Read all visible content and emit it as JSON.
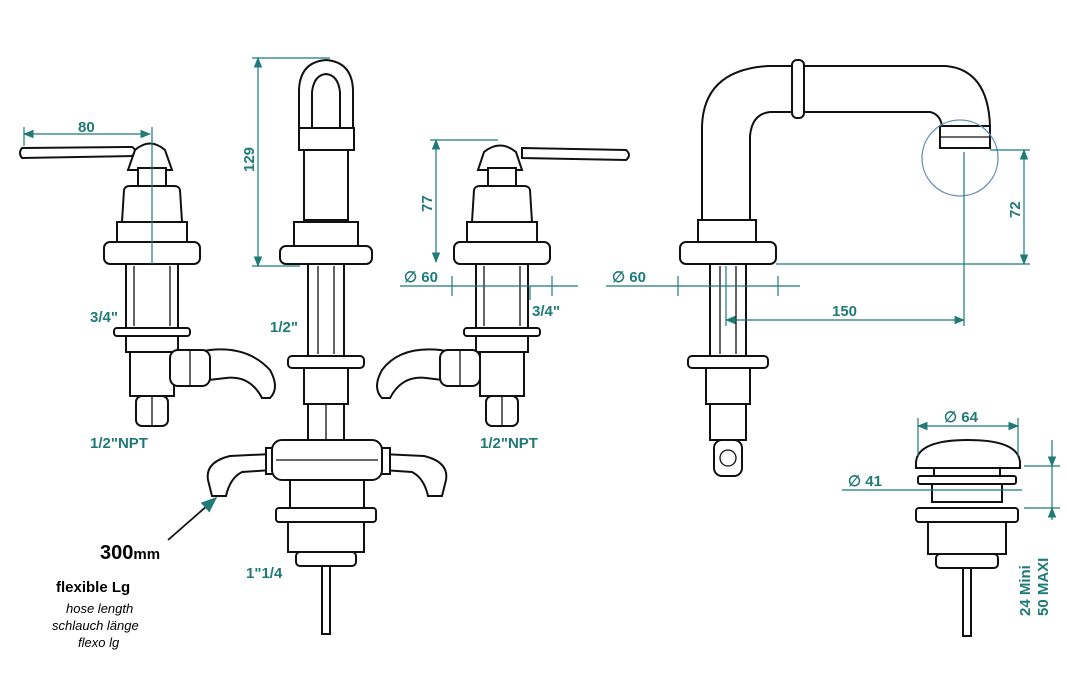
{
  "dimensions": {
    "lever_reach": "80",
    "spout_height": "129",
    "handle_height": "77",
    "left_threads": "3/4\"",
    "left_npt": "1/2\"NPT",
    "center_thread": "1/2\"",
    "dia_60_mid": "∅ 60",
    "right_threads": "3/4\"",
    "right_npt": "1/2\"NPT",
    "center_drain": "1\"1/4",
    "dia_60_side": "∅ 60",
    "spout_reach": "150",
    "spout_outlet_height": "72",
    "dia_64": "∅ 64",
    "dia_41": "∅ 41",
    "range_min": "24  Mini",
    "range_max": "50 MAXI"
  },
  "hose": {
    "length_value": "300",
    "length_unit": "mm",
    "title": "flexible Lg",
    "line_en": "hose length",
    "line_de": "schlauch länge",
    "line_fr": "flexo lg"
  },
  "colors": {
    "dimension": "#1f7a78",
    "outline": "#111111"
  }
}
